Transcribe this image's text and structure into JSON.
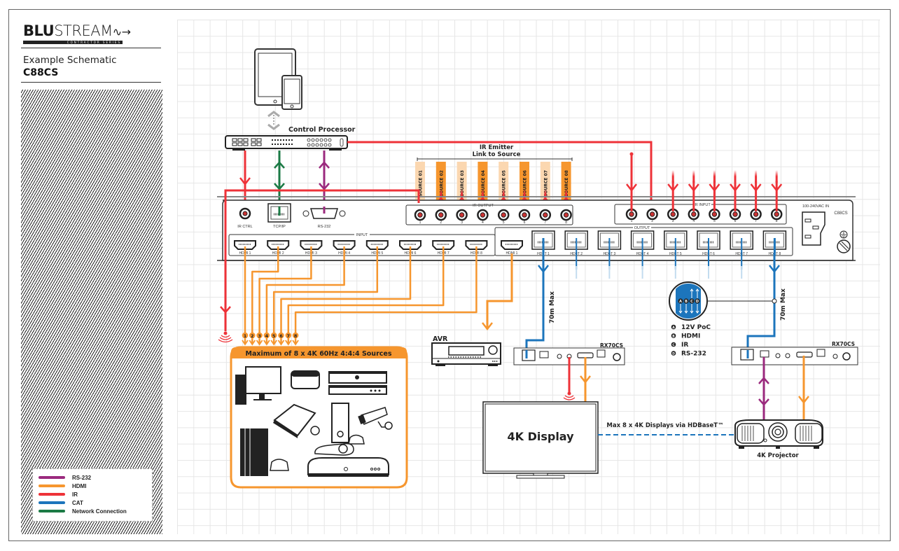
{
  "brand": {
    "logo_bold": "BLU",
    "logo_thin": "STREAM",
    "logo_sub": "CONTRACTOR SERIES",
    "subtitle": "Example Schematic",
    "model": "C88CS"
  },
  "legend": [
    {
      "label": "RS-232",
      "color": "#9b2a7e"
    },
    {
      "label": "HDMI",
      "color": "#f6962e"
    },
    {
      "label": "IR",
      "color": "#ee3238"
    },
    {
      "label": "CAT",
      "color": "#1c75bc"
    },
    {
      "label": "Network Connection",
      "color": "#1b7a45"
    }
  ],
  "colors": {
    "rs232": "#9b2a7e",
    "hdmi": "#f6962e",
    "ir": "#ee3238",
    "cat": "#1c75bc",
    "network": "#1b7a45",
    "source_light": "#fbd7b0",
    "source_dark": "#f6962e"
  },
  "control_processor": {
    "label": "Control Processor"
  },
  "ir_emitter": {
    "title_line1": "IR Emitter",
    "title_line2": "Link to Source"
  },
  "sources": [
    "SOURCE 01",
    "SOURCE 02",
    "SOURCE 03",
    "SOURCE 04",
    "SOURCE 05",
    "SOURCE 06",
    "SOURCE 07",
    "SOURCE 08"
  ],
  "matrix": {
    "model": "C88CS",
    "power_label": "100-240VAC IN",
    "ir_ctrl": "IR CTRL",
    "tcpip": "TCP/IP",
    "rs232": "RS-232",
    "ir_output_label": "IR OUTPUT",
    "ir_input_label": "IR INPUT",
    "input_label": "INPUT",
    "output_label": "OUTPUT",
    "port_numbers": [
      "1",
      "2",
      "3",
      "4",
      "5",
      "6",
      "7",
      "8"
    ],
    "hdmi_inputs": [
      "HDMI 1",
      "HDMI 2",
      "HDMI 3",
      "HDMI 4",
      "HDMI 5",
      "HDMI 6",
      "HDMI 7",
      "HDMI 8"
    ],
    "hdmi_out": "HDMI 1",
    "hdbt_outputs": [
      "HDBT 1",
      "HDBT 2",
      "HDBT 3",
      "HDBT 4",
      "HDBT 5",
      "HDBT 6",
      "HDBT 7",
      "HDBT 8"
    ]
  },
  "sources_box": {
    "title": "Maximum of 8 x 4K 60Hz 4:4:4 Sources",
    "numbers": [
      "1",
      "2",
      "3",
      "4",
      "5",
      "6",
      "7",
      "8"
    ]
  },
  "avr": {
    "label": "AVR"
  },
  "cat_distance_left": "70m Max",
  "cat_distance_right": "70m Max",
  "receiver_left": {
    "label": "RX70CS"
  },
  "receiver_right": {
    "label": "RX70CS"
  },
  "cat_features": {
    "letters": [
      "A",
      "B",
      "C",
      "D"
    ],
    "items": [
      {
        "letter": "A",
        "label": "12V PoC"
      },
      {
        "letter": "B",
        "label": "HDMI"
      },
      {
        "letter": "C",
        "label": "IR"
      },
      {
        "letter": "D",
        "label": "RS-232"
      }
    ]
  },
  "display": {
    "label": "4K Display"
  },
  "projector": {
    "label": "4K Projector"
  },
  "hdbaset_note": "Max 8 x 4K Displays via HDBaseT™"
}
